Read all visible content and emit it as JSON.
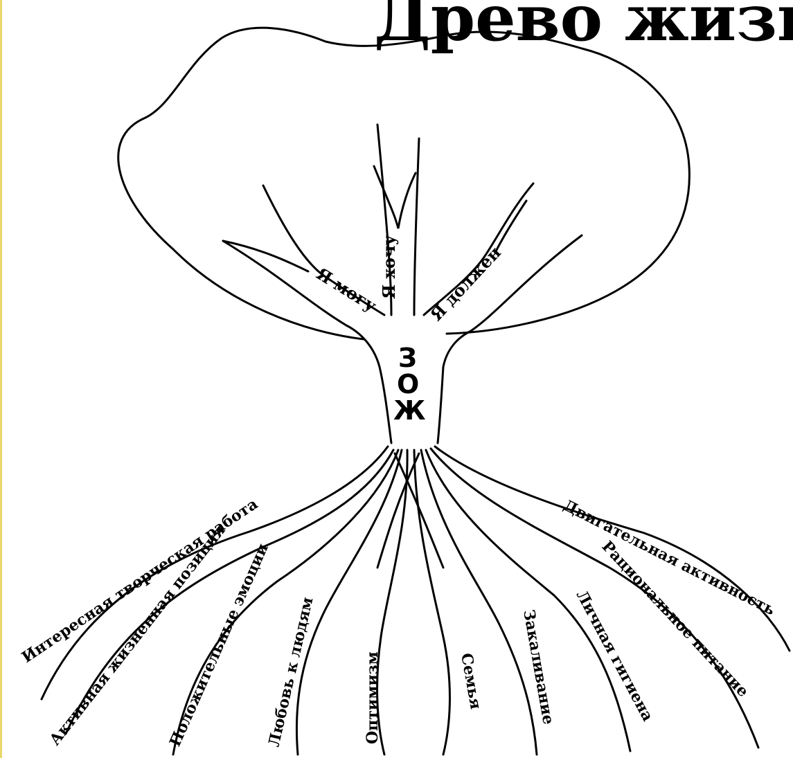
{
  "title": "Древо жизни",
  "trunk_letters": [
    "З",
    "О",
    "Ж"
  ],
  "branches": {
    "left": "Я могу",
    "center": "Я хочу",
    "right": "Я должен"
  },
  "roots": [
    "Интересная творческая работа",
    "Активная жизненная позиция",
    "Положительные эмоции",
    "Любовь к людям",
    "Оптимизм",
    "Семья",
    "Закаливание",
    "Личная гигиена",
    "Рациональное питание",
    "Двигательная активность"
  ]
}
